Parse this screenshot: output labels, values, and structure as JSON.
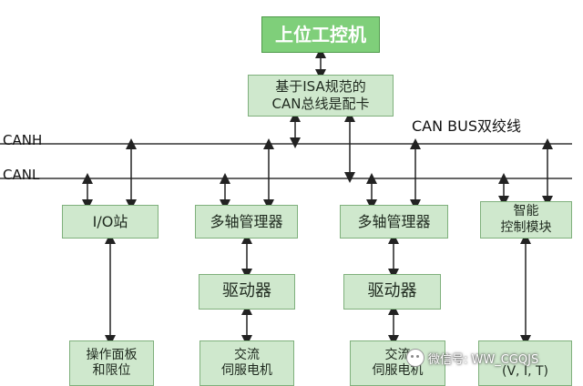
{
  "top": {
    "label": "上位工控机"
  },
  "card": {
    "line1": "基于ISA规范的",
    "line2": "CAN总线是配卡"
  },
  "bus": {
    "canh": "CANH",
    "canl": "CANL",
    "title": "CAN BUS双绞线"
  },
  "nodes": {
    "io_station": "I/O站",
    "multi_axis_1": "多轴管理器",
    "multi_axis_2": "多轴管理器",
    "smart_line1": "智能",
    "smart_line2": "控制模块"
  },
  "drivers": {
    "driver_1": "驱动器",
    "driver_2": "驱动器"
  },
  "bottom": {
    "panel_line1": "操作面板",
    "panel_line2": "和限位",
    "motor1_line1": "交流",
    "motor1_line2": "伺服电机",
    "motor2_line1": "交流",
    "motor2_line2": "伺服电机",
    "sensor_text": "(V, I, T)"
  },
  "watermark": {
    "text": "微信号: WW_CGQJS"
  },
  "colors": {
    "box_fill": "#cfe8cd",
    "top_fill": "#7fcf7a",
    "line": "#333333"
  }
}
